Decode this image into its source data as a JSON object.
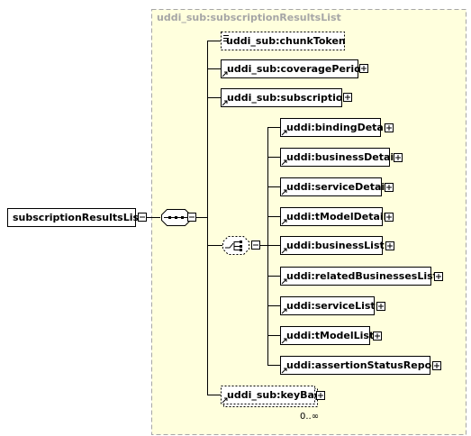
{
  "type_name": "uddi_sub:subscriptionResultsList",
  "root_element": "subscriptionResultsList",
  "elements": {
    "chunk_token": "uddi_sub:chunkToken",
    "coverage_period": "uddi_sub:coveragePeriod",
    "subscription": "uddi_sub:subscription",
    "key_bag": "uddi_sub:keyBag",
    "key_bag_occurrence": "0..∞"
  },
  "choice_items": [
    "uddi:bindingDetail",
    "uddi:businessDetail",
    "uddi:serviceDetail",
    "uddi:tModelDetail",
    "uddi:businessList",
    "uddi:relatedBusinessesList",
    "uddi:serviceList",
    "uddi:tModelList",
    "uddi:assertionStatusReport"
  ],
  "colors": {
    "group_fill": "#ffffdd",
    "group_border": "#a6a6a6",
    "box_fill": "#ffffff",
    "line": "#000000"
  }
}
